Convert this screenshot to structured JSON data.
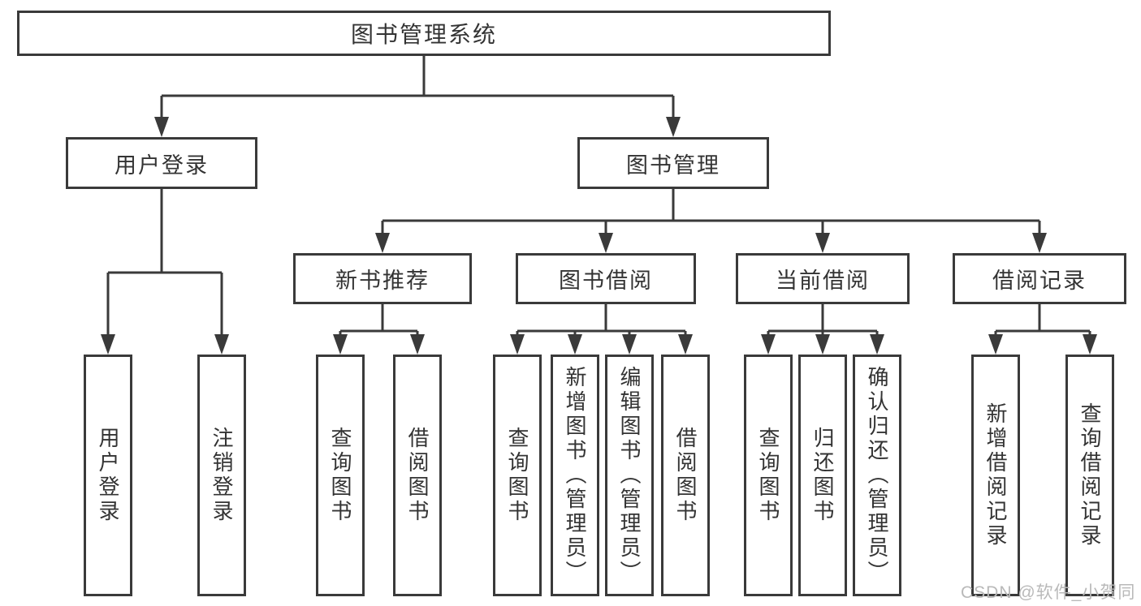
{
  "watermark": "CSDN @软件_小贺同学",
  "colors": {
    "line": "#3a3a3a",
    "text": "#333333",
    "watermark": "#b9b9b9",
    "background": "#ffffff"
  },
  "tree": {
    "root": {
      "label": "图书管理系统"
    },
    "branches": [
      {
        "label": "用户登录",
        "children": [
          {
            "label": "用户登录"
          },
          {
            "label": "注销登录"
          }
        ]
      },
      {
        "label": "图书管理",
        "children": [
          {
            "label": "新书推荐",
            "children": [
              {
                "label": "查询图书"
              },
              {
                "label": "借阅图书"
              }
            ]
          },
          {
            "label": "图书借阅",
            "children": [
              {
                "label": "查询图书"
              },
              {
                "label": "新增图书（管理员）"
              },
              {
                "label": "编辑图书（管理员）"
              },
              {
                "label": "借阅图书"
              }
            ]
          },
          {
            "label": "当前借阅",
            "children": [
              {
                "label": "查询图书"
              },
              {
                "label": "归还图书"
              },
              {
                "label": "确认归还（管理员）"
              }
            ]
          },
          {
            "label": "借阅记录",
            "children": [
              {
                "label": "新增借阅记录"
              },
              {
                "label": "查询借阅记录"
              }
            ]
          }
        ]
      }
    ]
  }
}
